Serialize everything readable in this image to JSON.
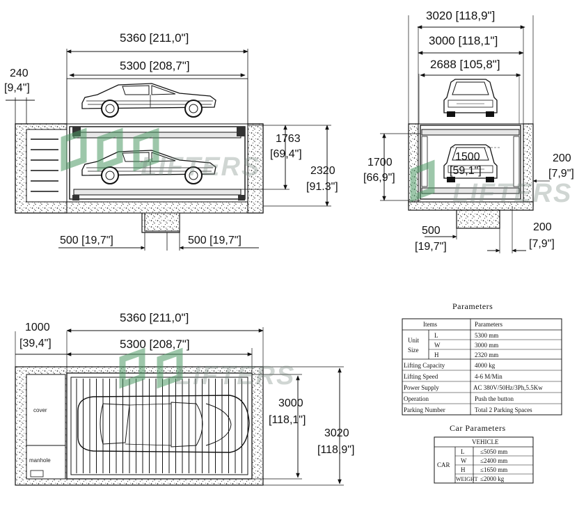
{
  "watermark": {
    "text": "LIFTERS",
    "color": "#4e9a64"
  },
  "side_view": {
    "dims": {
      "overall_length": "5360 [211,0\"]",
      "inner_length": "5300 [208,7\"]",
      "wall_value": "240",
      "wall_inch": "[9,4\"]",
      "upper_value": "1763",
      "upper_inch": "[69,4\"]",
      "total_value": "2320",
      "total_inch": "[91.3\"]",
      "pit_left": "500 [19,7\"]",
      "pit_right": "500 [19,7\"]"
    }
  },
  "front_view": {
    "dims": {
      "outer_width": "3020 [118,9\"]",
      "inner_width": "3000 [118,1\"]",
      "platform_width": "2688 [105,8\"]",
      "lower_value": "1700",
      "lower_inch": "[66,9\"]",
      "clear_value": "1500",
      "clear_inch": "[59,1\"]",
      "side_value": "200",
      "side_inch": "[7,9\"]",
      "pit_value": "500",
      "pit_inch": "[19,7\"]",
      "pit_side_value": "200",
      "pit_side_inch": "[7,9\"]"
    }
  },
  "plan_view": {
    "dims": {
      "wall_value": "1000",
      "wall_inch": "[39,4\"]",
      "overall_length": "5360 [211,0\"]",
      "inner_length": "5300 [208,7\"]",
      "inner_value": "3000",
      "inner_inch": "[118,1\"]",
      "outer_value": "3020",
      "outer_inch": "[118,9\"]"
    },
    "labels": {
      "cover": "cover",
      "manhole": "manhole"
    }
  },
  "parameters": {
    "title": "Parameters",
    "header": {
      "items": "Items",
      "params": "Parameters"
    },
    "unit_size": {
      "label_1": "Unit",
      "label_2": "Size",
      "rows": [
        {
          "k": "L",
          "v": "5300 mm"
        },
        {
          "k": "W",
          "v": "3000 mm"
        },
        {
          "k": "H",
          "v": "2320 mm"
        }
      ]
    },
    "rows": [
      {
        "k": "Lifting Capacity",
        "v": "4000 kg"
      },
      {
        "k": "Lifting Speed",
        "v": "4-6 M/Min"
      },
      {
        "k": "Power Supply",
        "v": "AC 380V/50Hz/3Ph,5.5Kw"
      },
      {
        "k": "Operation",
        "v": "Push the button"
      },
      {
        "k": "Parking Number",
        "v": "Total 2 Parking Spaces"
      }
    ]
  },
  "car_parameters": {
    "title": "Car Parameters",
    "header": "VEHICLE",
    "group": "CAR",
    "rows": [
      {
        "k": "L",
        "v": "≤5050 mm"
      },
      {
        "k": "W",
        "v": "≤2400 mm"
      },
      {
        "k": "H",
        "v": "≤1650 mm"
      },
      {
        "k": "WEIGHT",
        "v": "≤2000 kg"
      }
    ]
  }
}
